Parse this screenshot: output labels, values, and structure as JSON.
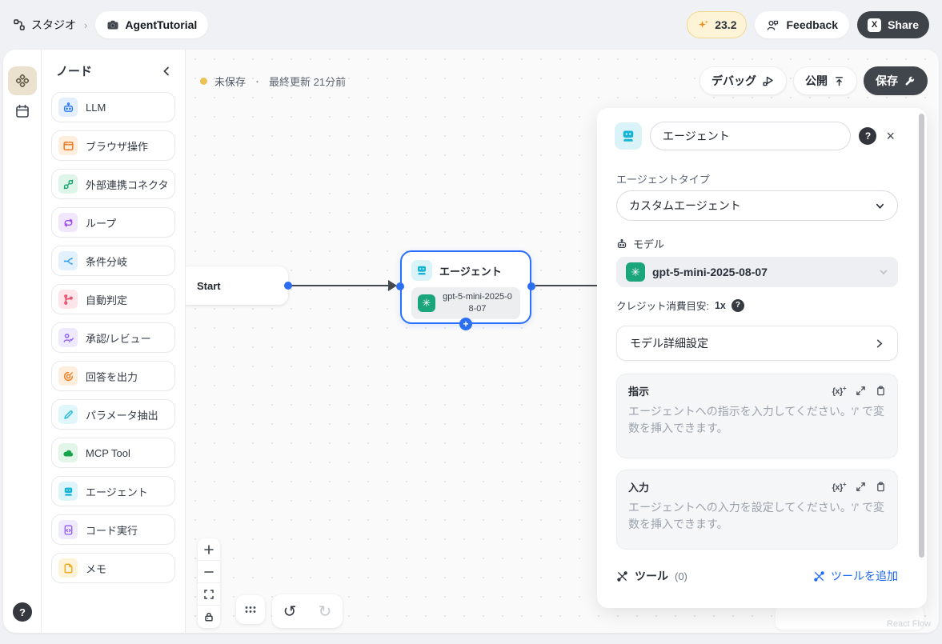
{
  "header": {
    "breadcrumb": {
      "studio": "スタジオ",
      "separator": "›",
      "app_name": "AgentTutorial"
    },
    "credits_value": "23.2",
    "feedback_label": "Feedback",
    "share_label": "Share",
    "share_badge": "X"
  },
  "sidebar": {
    "panel_title": "ノード",
    "items": [
      {
        "label": "LLM",
        "icon": "robot-icon"
      },
      {
        "label": "ブラウザ操作",
        "icon": "browser-icon"
      },
      {
        "label": "外部連携コネクタ",
        "icon": "connector-icon"
      },
      {
        "label": "ループ",
        "icon": "loop-icon"
      },
      {
        "label": "条件分岐",
        "icon": "branch-icon"
      },
      {
        "label": "自動判定",
        "icon": "auto-judge-icon"
      },
      {
        "label": "承認/レビュー",
        "icon": "approval-icon"
      },
      {
        "label": "回答を出力",
        "icon": "answer-output-icon"
      },
      {
        "label": "パラメータ抽出",
        "icon": "param-extract-icon"
      },
      {
        "label": "MCP Tool",
        "icon": "cloud-icon"
      },
      {
        "label": "エージェント",
        "icon": "agent-icon"
      },
      {
        "label": "コード実行",
        "icon": "code-icon"
      },
      {
        "label": "メモ",
        "icon": "memo-icon"
      }
    ]
  },
  "canvas": {
    "status": {
      "unsaved": "未保存",
      "separator": "・",
      "last_updated": "最終更新 21分前"
    },
    "toolbar": {
      "debug": "デバッグ",
      "publish": "公開",
      "save": "保存"
    },
    "nodes": {
      "start": {
        "label": "Start"
      },
      "agent": {
        "title": "エージェント",
        "model": "gpt-5-mini-2025-08-07"
      }
    },
    "attribution": "React Flow"
  },
  "panel": {
    "name_value": "エージェント",
    "help_glyph": "?",
    "close_glyph": "×",
    "agent_type_label": "エージェントタイプ",
    "agent_type_value": "カスタムエージェント",
    "model_label": "モデル",
    "model_value": "gpt-5-mini-2025-08-07",
    "credit_label": "クレジット消費目安:",
    "credit_value": "1x",
    "model_settings_label": "モデル詳細設定",
    "instruction": {
      "label": "指示",
      "placeholder": "エージェントへの指示を入力してください。'/' で変数を挿入できます。"
    },
    "input": {
      "label": "入力",
      "placeholder": "エージェントへの入力を設定してください。'/' で変数を挿入できます。"
    },
    "tools": {
      "label": "ツール",
      "count": "(0)",
      "add_label": "ツールを追加"
    }
  },
  "colors": {
    "accent_blue": "#2970ff",
    "link_blue": "#1a66f5",
    "credit_pill_bg": "#fdf4d8",
    "credit_pill_border": "#f1d78f",
    "share_bg": "#3e4349",
    "save_bg": "#41464c",
    "unsaved_dot": "#ecc155",
    "openai_green": "#1aa57b",
    "canvas_bg": "#fafafa",
    "edge": "#43484f"
  }
}
